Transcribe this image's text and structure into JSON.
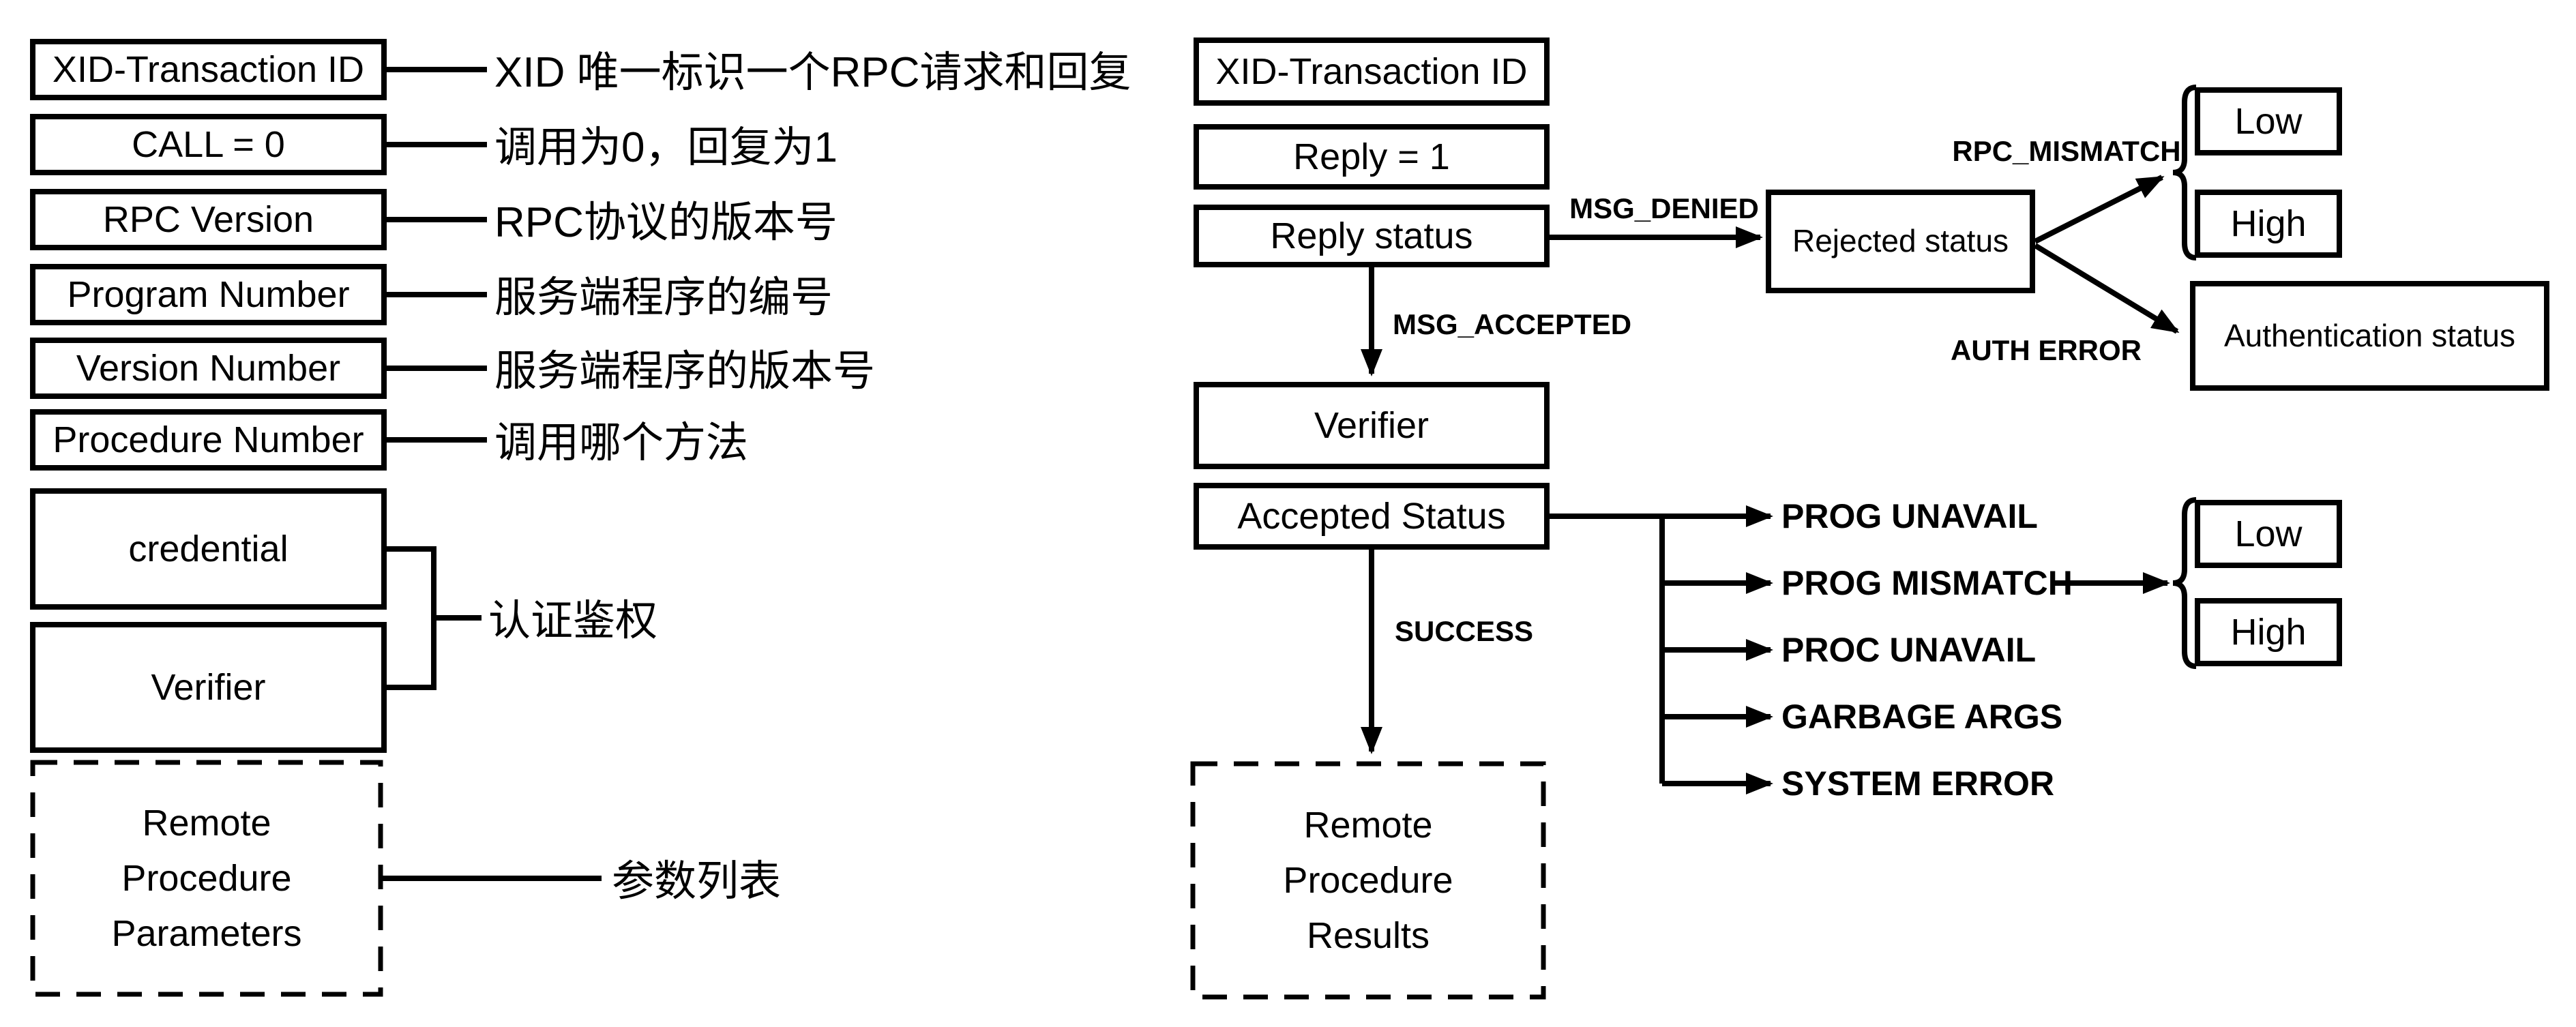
{
  "call_message": {
    "fields": [
      {
        "label": "XID-Transaction ID",
        "annotation": "XID 唯一标识一个RPC请求和回复"
      },
      {
        "label": "CALL = 0",
        "annotation": "调用为0，回复为1"
      },
      {
        "label": "RPC Version",
        "annotation": "RPC协议的版本号"
      },
      {
        "label": "Program Number",
        "annotation": "服务端程序的编号"
      },
      {
        "label": "Version Number",
        "annotation": "服务端程序的版本号"
      },
      {
        "label": "Procedure Number",
        "annotation": "调用哪个方法"
      }
    ],
    "credential_label": "credential",
    "verifier_label": "Verifier",
    "auth_annotation": "认证鉴权",
    "parameters_lines": [
      "Remote",
      "Procedure",
      "Parameters"
    ],
    "parameters_annotation": "参数列表"
  },
  "reply_message": {
    "xid_label": "XID-Transaction ID",
    "reply_label": "Reply = 1",
    "reply_status_label": "Reply status",
    "verifier_label": "Verifier",
    "accepted_status_label": "Accepted Status",
    "rejected_status_label": "Rejected status",
    "authentication_status_label": "Authentication status",
    "rejected_low_label": "Low",
    "rejected_high_label": "High",
    "mismatch_low_label": "Low",
    "mismatch_high_label": "High",
    "results_lines": [
      "Remote",
      "Procedure",
      "Results"
    ],
    "edges": {
      "msg_denied": "MSG_DENIED",
      "msg_accepted": "MSG_ACCEPTED",
      "rpc_mismatch": "RPC_MISMATCH",
      "auth_error": "AUTH ERROR",
      "success": "SUCCESS"
    },
    "accepted_statuses": [
      "PROG UNAVAIL",
      "PROG MISMATCH",
      "PROC UNAVAIL",
      "GARBAGE ARGS",
      "SYSTEM ERROR"
    ]
  },
  "colors": {
    "ink": "#000000",
    "background": "#ffffff"
  }
}
